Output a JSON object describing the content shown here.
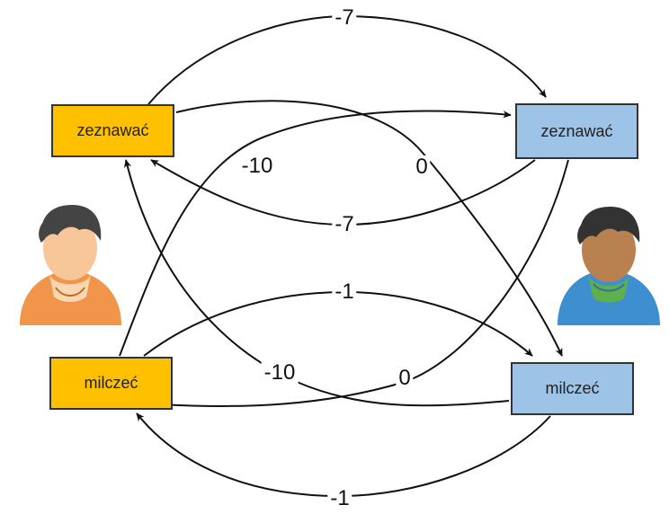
{
  "player1": {
    "options": {
      "confess": "zeznawać",
      "silent": "milczeć"
    },
    "box_color": "#FFC000",
    "shirt_color": "#F0954A",
    "skin_color": "#F7C79A",
    "avatar_icon": "person-avatar-orange-icon"
  },
  "player2": {
    "options": {
      "confess": "zeznawać",
      "silent": "milczeć"
    },
    "box_color": "#9DC3E6",
    "shirt_color": "#3D8FD0",
    "skin_color": "#B98150",
    "avatar_icon": "person-avatar-blue-icon"
  },
  "payoff_labels": {
    "top": "-7",
    "mid_a": "-10",
    "mid_b": "0",
    "mid_c": "-7",
    "mid_d": "-1",
    "mid_e": "-10",
    "mid_f": "0",
    "bottom": "-1"
  },
  "edge_color": "#111111"
}
